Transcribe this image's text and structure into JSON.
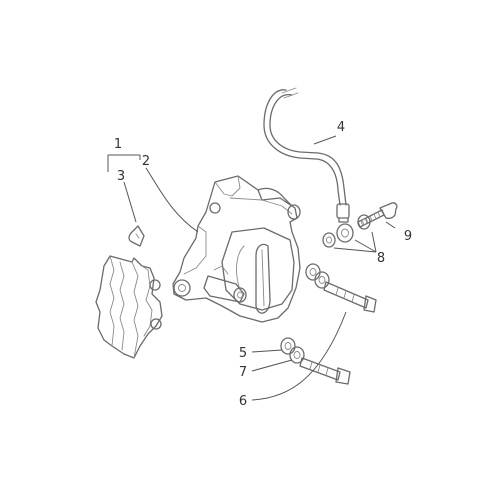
{
  "colors": {
    "line": "#6b6b6b",
    "leader": "#555555",
    "label": "#333333",
    "background": "#ffffff"
  },
  "callouts": [
    {
      "id": "c1",
      "label": "1"
    },
    {
      "id": "c2",
      "label": "2"
    },
    {
      "id": "c3",
      "label": "3"
    },
    {
      "id": "c4",
      "label": "4"
    },
    {
      "id": "c5",
      "label": "5"
    },
    {
      "id": "c6",
      "label": "6"
    },
    {
      "id": "c7",
      "label": "7"
    },
    {
      "id": "c8",
      "label": "8"
    },
    {
      "id": "c9",
      "label": "9"
    }
  ]
}
